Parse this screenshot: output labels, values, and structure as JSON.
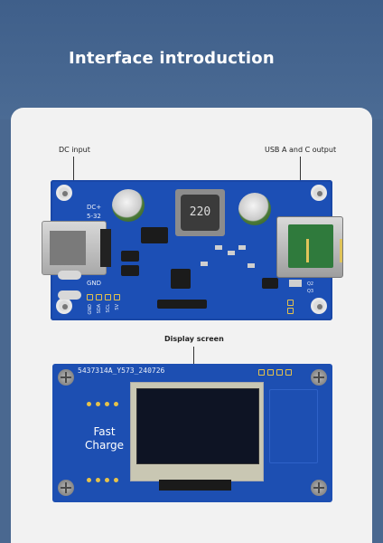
{
  "header": {
    "title": "Interface introduction"
  },
  "labels": {
    "dc_input": "DC input",
    "usb_output": "USB A and C output",
    "display_screen": "Display screen"
  },
  "board1": {
    "inductor_marking": "220",
    "silk_dc": "DC+",
    "silk_range": "5-32",
    "silk_gnd": "GND",
    "silk_pins": [
      "GND",
      "SDA",
      "SCL",
      "5V"
    ],
    "silk_q": [
      "Q2",
      "Q3"
    ]
  },
  "board2": {
    "code": "5437314A_Y573_240726",
    "fast": "Fast",
    "charge": "Charge"
  },
  "colors": {
    "header_bg": "#4a6890",
    "card_bg": "#f2f2f2",
    "pcb_blue": "#1c4fb5"
  }
}
